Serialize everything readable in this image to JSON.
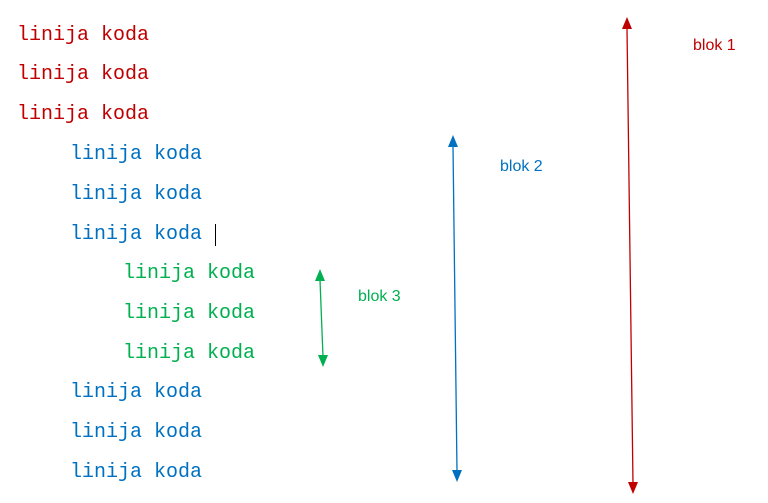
{
  "colors": {
    "block1": "#c00000",
    "block2": "#0070c0",
    "block3": "#00b050"
  },
  "code_lines": [
    {
      "text": "linija koda",
      "block": 1
    },
    {
      "text": "linija koda",
      "block": 1
    },
    {
      "text": "linija koda",
      "block": 1
    },
    {
      "text": "linija koda",
      "block": 2
    },
    {
      "text": "linija koda",
      "block": 2
    },
    {
      "text": "linija koda",
      "block": 2
    },
    {
      "text": "linija koda",
      "block": 3
    },
    {
      "text": "linija koda",
      "block": 3
    },
    {
      "text": "linija koda",
      "block": 3
    },
    {
      "text": "linija koda",
      "block": 2
    },
    {
      "text": "linija koda",
      "block": 2
    },
    {
      "text": "linija koda",
      "block": 2
    }
  ],
  "blocks": [
    {
      "label": "blok 1"
    },
    {
      "label": "blok 2"
    },
    {
      "label": "blok 3"
    }
  ]
}
